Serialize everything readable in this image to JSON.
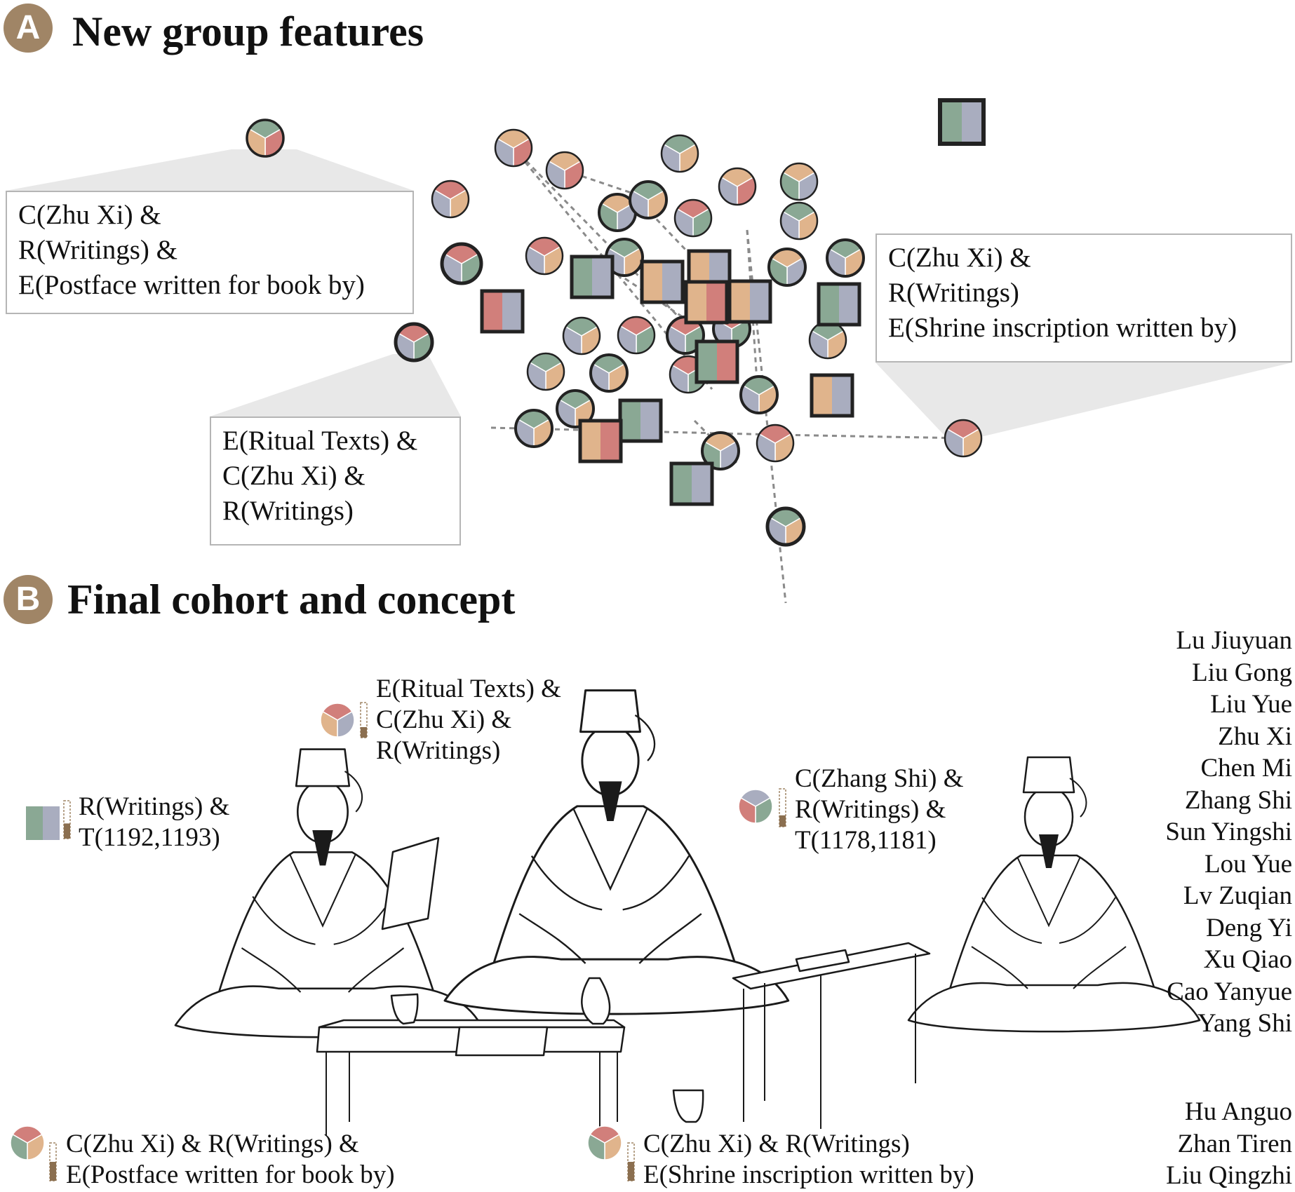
{
  "panel_a": {
    "badge": "A",
    "title": "New group features",
    "callouts": [
      {
        "lines": [
          "C(Zhu Xi)  &",
          "R(Writings) &",
          "E(Postface written for book by)"
        ]
      },
      {
        "lines": [
          "E(Ritual Texts) &",
          "C(Zhu Xi) &",
          "R(Writings)"
        ]
      },
      {
        "lines": [
          "C(Zhu Xi) &",
          "R(Writings)",
          "E(Shrine inscription written by)"
        ]
      }
    ]
  },
  "panel_b": {
    "badge": "B",
    "title": "Final cohort and concept",
    "features": [
      {
        "lines": [
          "E(Ritual Texts) &",
          "C(Zhu Xi) &",
          "R(Writings)"
        ]
      },
      {
        "lines": [
          "R(Writings) &",
          "T(1192,1193)"
        ]
      },
      {
        "lines": [
          "C(Zhang Shi) &",
          "R(Writings) &",
          "T(1178,1181)"
        ]
      },
      {
        "lines": [
          "C(Zhu Xi) & R(Writings) &",
          "E(Postface written for book by)"
        ]
      },
      {
        "lines": [
          "C(Zhu Xi) & R(Writings)",
          "E(Shrine inscription written by)"
        ]
      }
    ],
    "cohort_names": [
      "Lu Jiuyuan",
      "Liu Gong",
      "Liu Yue",
      "Zhu Xi",
      "Chen Mi",
      "Zhang Shi",
      "Sun Yingshi",
      "Lou Yue",
      "Lv Zuqian",
      "Deng Yi",
      "Xu Qiao",
      "Cao Yanyue",
      "Yang Shi"
    ],
    "other_names": [
      "Hu Anguo",
      "Zhan Tiren",
      "Liu Qingzhi"
    ]
  },
  "colors": {
    "badge": "#a08566",
    "green": "#8aa894",
    "red": "#d17f7b",
    "orange": "#e0b48c",
    "blue": "#a9adbf",
    "outline": "#222222",
    "dash": "#8a8a8a",
    "callout_border": "#b5b5b5"
  }
}
